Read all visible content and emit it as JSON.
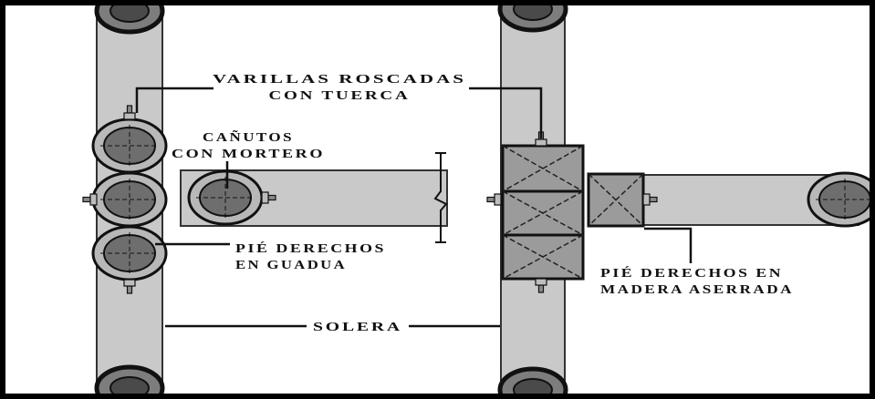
{
  "diagram": {
    "type": "construction-detail-drawing",
    "language": "es",
    "labels": {
      "varillas": {
        "line1": "VARILLAS ROSCADAS",
        "line2": "CON TUERCA"
      },
      "canutos": {
        "line1": "CAÑUTOS",
        "line2": "CON MORTERO"
      },
      "pie_guadua": {
        "line1": "PIÉ DERECHOS",
        "line2": "EN GUADUA"
      },
      "pie_madera": {
        "line1": "PIÉ DERECHOS EN",
        "line2": "MADERA ASERRADA"
      },
      "solera": "SOLERA"
    },
    "colors": {
      "background": "#ffffff",
      "member_gray": "#c9c9c9",
      "culm_ring_gray": "#b8b8b8",
      "culm_core_gray": "#6e6e6e",
      "timber_gray": "#9b9b9b",
      "edge_ring_gray": "#7d7d7d",
      "line_black": "#111111"
    }
  }
}
